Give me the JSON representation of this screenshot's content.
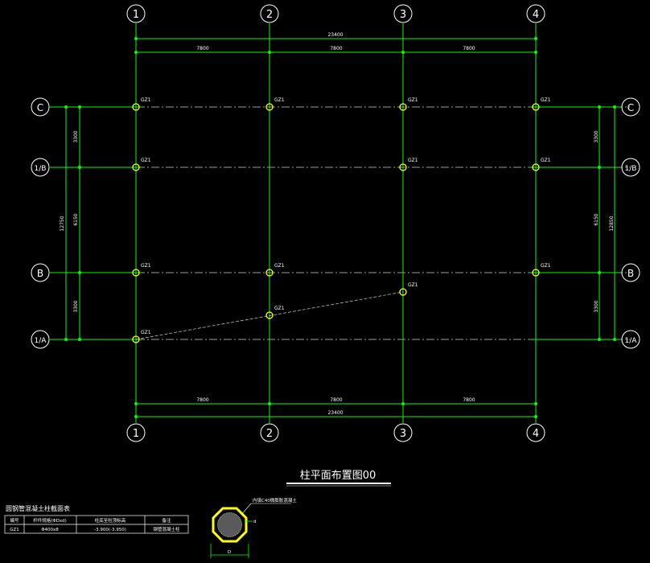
{
  "grid": {
    "x_axes": [
      "1",
      "2",
      "3",
      "4"
    ],
    "y_axes": [
      "C",
      "1/B",
      "B",
      "1/A"
    ]
  },
  "dimensions": {
    "top_total": "23400",
    "top_spans": [
      "7800",
      "7800",
      "7800"
    ],
    "bottom_spans": [
      "7800",
      "7800",
      "7800"
    ],
    "bottom_total": "23400",
    "left_total": "12750",
    "left_middle": "6150",
    "left_top": "3300",
    "left_bottom": "3300",
    "right_total": "12850",
    "right_middle": "6150",
    "right_top": "3300",
    "right_bottom": "3300"
  },
  "column_label": "GZ1",
  "drawing_title": "柱平面布置图00",
  "table": {
    "title": "圆钢管混凝土柱截面表",
    "headers": [
      "编号",
      "杆件规格(ΦDxd)",
      "柱底至柱顶标高",
      "备注"
    ],
    "rows": [
      [
        "GZ1",
        "Φ400x8",
        "-3.900(-3.950)",
        "钢管混凝土柱"
      ]
    ]
  },
  "section_detail": {
    "note": "内填C40微膨胀混凝土",
    "d_label": "d",
    "D_label": "D"
  },
  "colors": {
    "background": "#000000",
    "grid_line": "#00ff00",
    "axis_line": "#cccccc",
    "column": "#ffff00",
    "text": "#ffffff"
  }
}
